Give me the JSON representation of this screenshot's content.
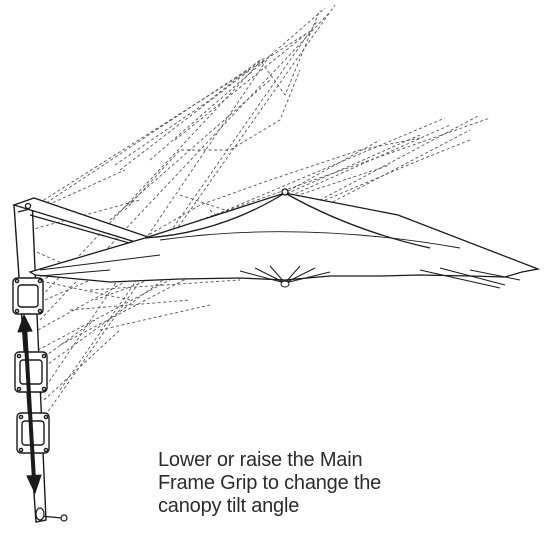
{
  "instruction": {
    "lines": [
      "Lower or raise the Main",
      "Frame Grip to change the",
      "canopy tilt angle"
    ]
  },
  "colors": {
    "line": "#1a1a1a",
    "ghost": "#555555",
    "text": "#2b2b2b"
  }
}
